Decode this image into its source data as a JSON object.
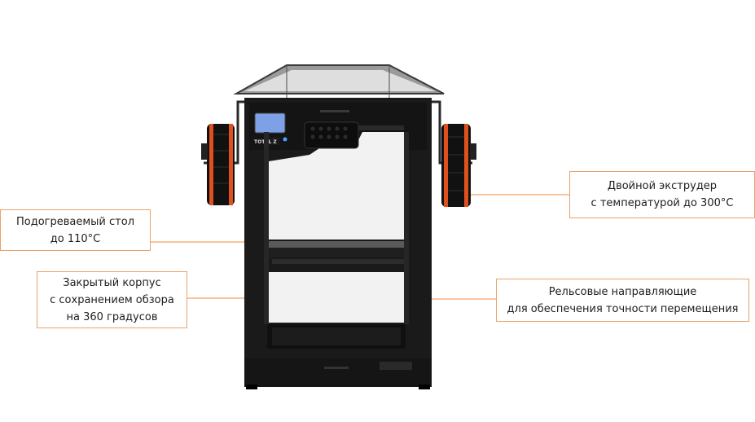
{
  "callouts": {
    "heated_bed": "Подогреваемый стол\nдо 110°С",
    "enclosed_case": "Закрытый корпус\nс сохранением обзора\nна 360 градусов",
    "dual_extruder": "Двойной экструдер\nс температурой до 300°С",
    "rail_guides": "Рельсовые направляющие\nдля обеспечения точности перемещения"
  },
  "printer": {
    "front_logo_text": "TOTAL Z"
  },
  "colors": {
    "accent": "#f08a3c",
    "frame": "#1a1a1a",
    "screen": "#7ea0e6",
    "spool_ring": "#e0501e"
  }
}
